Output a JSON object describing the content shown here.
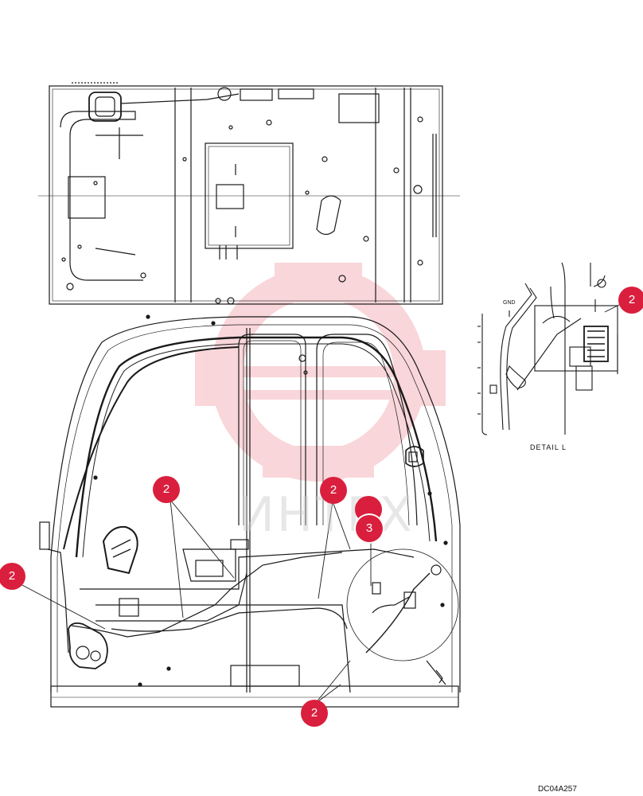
{
  "diagram": {
    "detail_label": "DETAIL L",
    "drawing_code": "DC04A257",
    "detail_gnd_label": "GND",
    "watermark_text": "ИНТЕХ",
    "callout_color": "#d91f3d",
    "line_color": "#1a1a1a",
    "callouts": [
      {
        "label": "2"
      },
      {
        "label": "2"
      },
      {
        "label": "2"
      },
      {
        "label": "2"
      },
      {
        "label": "3"
      },
      {
        "label": "2"
      }
    ]
  }
}
